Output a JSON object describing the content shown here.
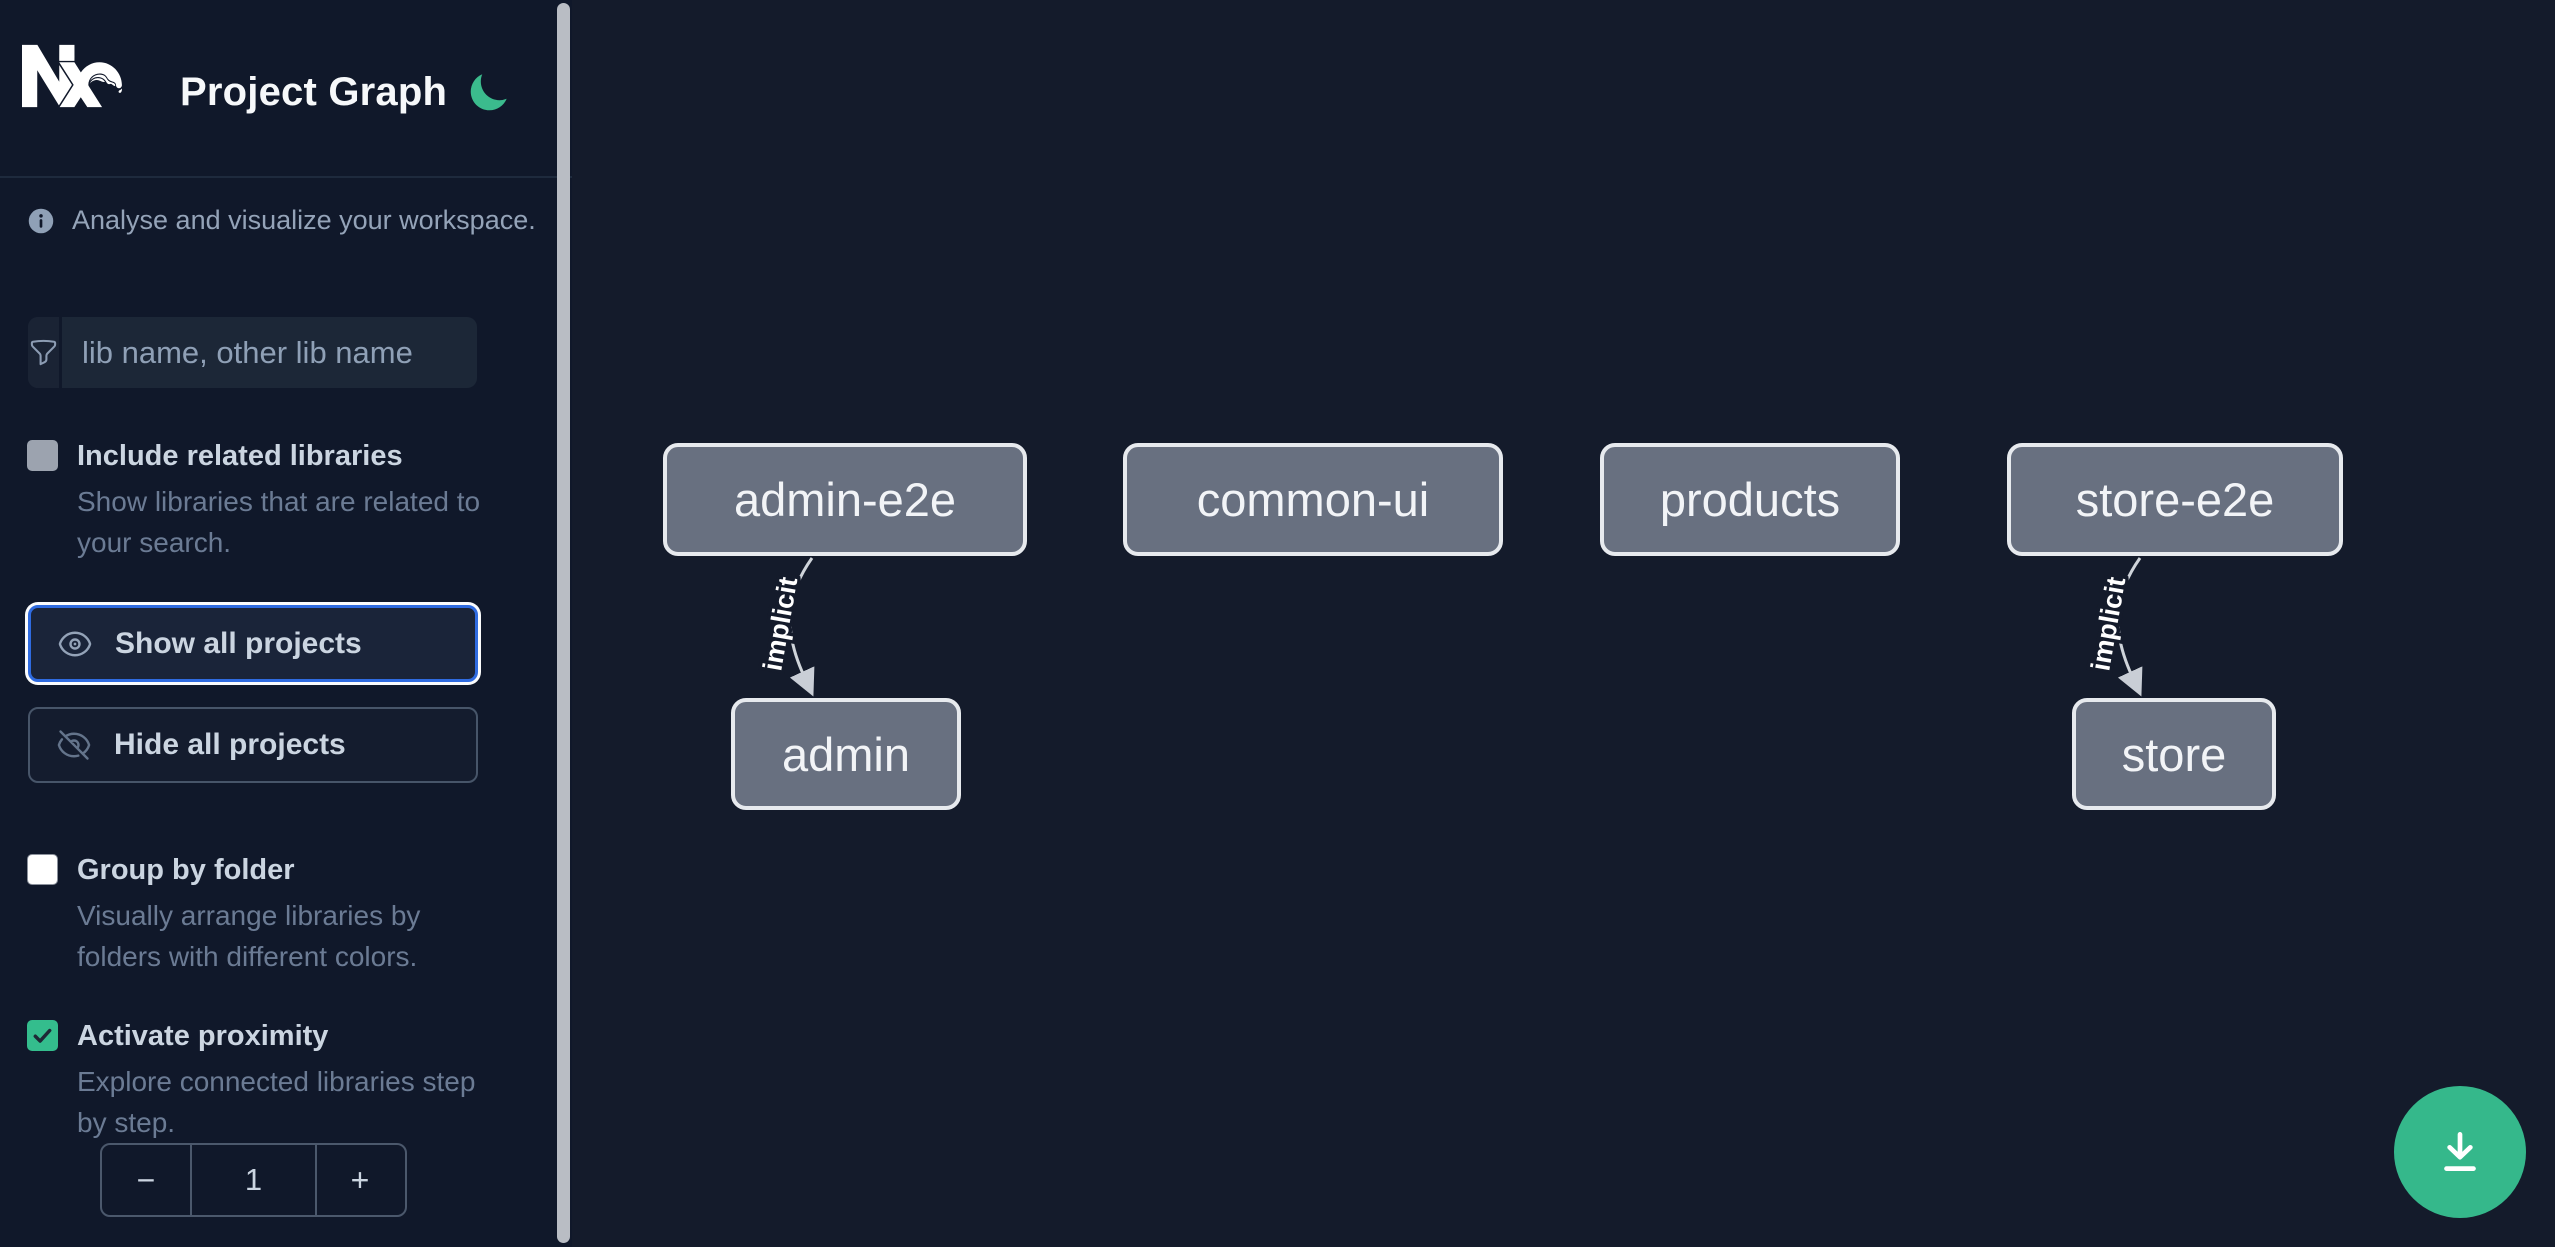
{
  "app": {
    "title": "Project Graph",
    "logo": "Nx",
    "theme_toggle": "dark-mode-moon"
  },
  "sidebar": {
    "tagline": "Analyse and visualize your workspace.",
    "search": {
      "placeholder": "lib name, other lib name",
      "value": ""
    },
    "options": [
      {
        "label": "Include related libraries",
        "description": "Show libraries that are related to your search.",
        "checked": false,
        "disabled": true
      },
      {
        "label": "Group by folder",
        "description": "Visually arrange libraries by folders with different colors.",
        "checked": false,
        "disabled": false
      },
      {
        "label": "Activate proximity",
        "description": "Explore connected libraries step by step.",
        "checked": true,
        "disabled": false
      }
    ],
    "buttons": [
      {
        "label": "Show all projects",
        "icon": "eye",
        "focused": true
      },
      {
        "label": "Hide all projects",
        "icon": "eye-slash",
        "focused": false
      }
    ],
    "stepper": {
      "decrement": "−",
      "value": "1",
      "increment": "+"
    }
  },
  "graph": {
    "nodes": [
      {
        "label": "admin-e2e"
      },
      {
        "label": "common-ui"
      },
      {
        "label": "products"
      },
      {
        "label": "store-e2e"
      },
      {
        "label": "admin"
      },
      {
        "label": "store"
      }
    ],
    "edges": [
      {
        "from": "admin-e2e",
        "to": "admin",
        "label": "implicit"
      },
      {
        "from": "store-e2e",
        "to": "store",
        "label": "implicit"
      }
    ]
  },
  "fab": {
    "icon": "download"
  },
  "colors": {
    "sidebar_bg": "#10182a",
    "canvas_bg": "#141b2b",
    "input_bg": "#1c2737",
    "focus_blue": "#2f6be0",
    "moon_green": "#3bbb8d",
    "checkbox_checked_green": "#34bd8d",
    "checkbox_disabled_gray": "#9ca3af",
    "fab_green": "#35b88b",
    "node_fill": "#687080",
    "node_border": "#e7eaee",
    "edge_gray": "#cfd4da",
    "text_primary": "#cbd5e1",
    "text_muted": "#6b7b94",
    "scrollbar": "#b9bdc4"
  }
}
